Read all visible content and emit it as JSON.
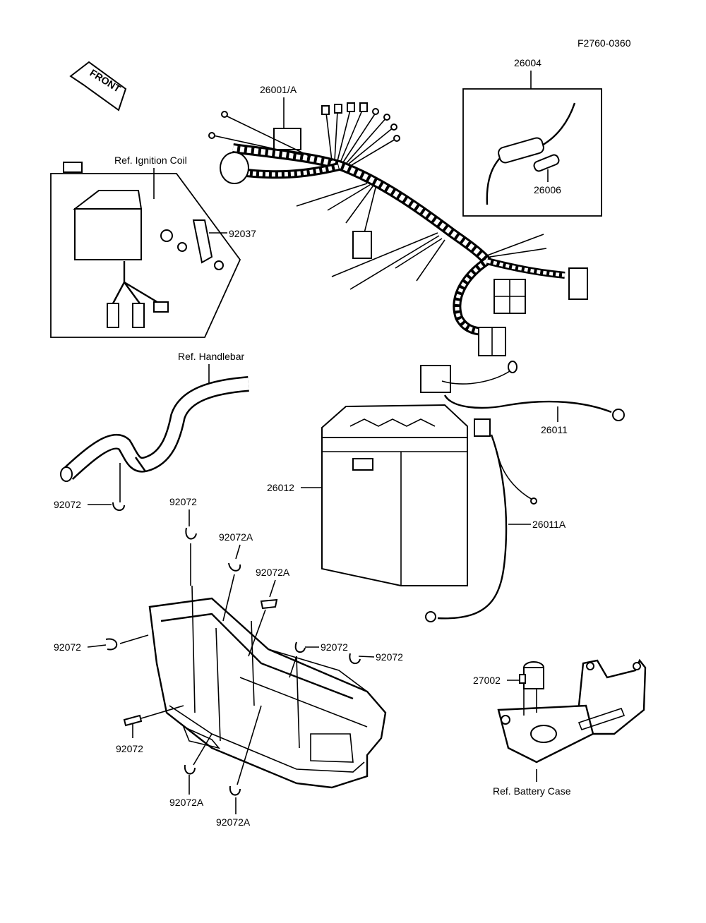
{
  "diagram_code": "F2760-0360",
  "front_arrow": "FRONT",
  "refs": {
    "ignition_coil": "Ref. Ignition Coil",
    "handlebar": "Ref. Handlebar",
    "battery_case": "Ref. Battery  Case"
  },
  "parts": {
    "harness": "26001/A",
    "fuse_assy": "26004",
    "fuse": "26006",
    "bracket": "92037",
    "cable_pos": "26011",
    "cable_neg": "26011A",
    "battery": "26012",
    "relay": "27002",
    "clamp": "92072",
    "clamp_a": "92072A"
  }
}
